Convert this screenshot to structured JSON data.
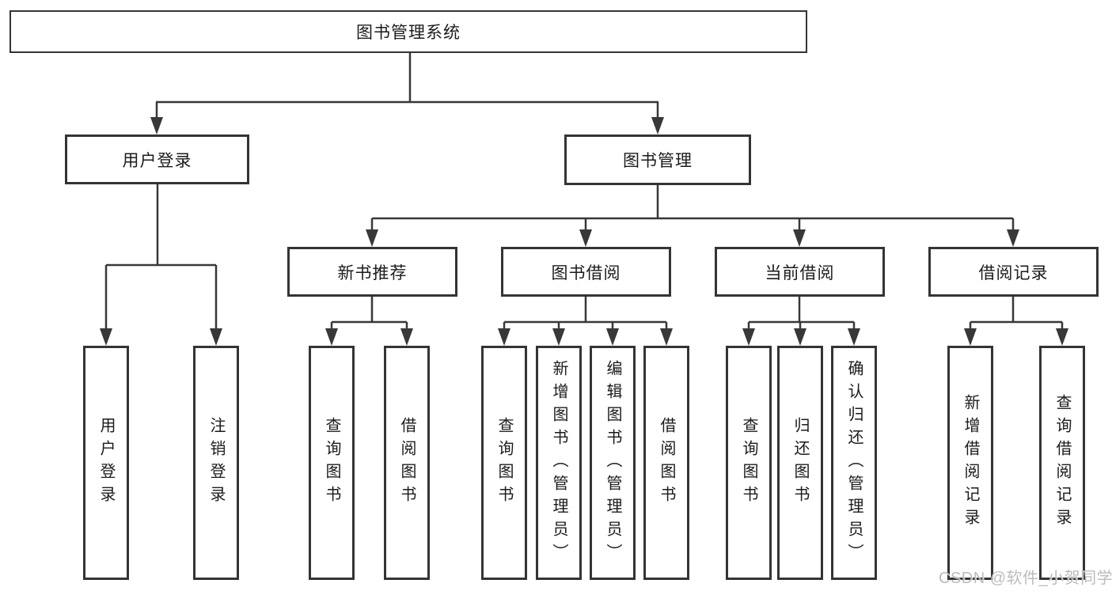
{
  "diagram_type": "hierarchy-tree",
  "colors": {
    "background": "#ffffff",
    "line": "#383838",
    "box_border": "#343434",
    "text": "#1b1b1b",
    "watermark": "#bcbcbc"
  },
  "tree": {
    "label": "图书管理系统",
    "children": [
      {
        "label": "用户登录",
        "children": [
          {
            "label": "用户登录"
          },
          {
            "label": "注销登录"
          }
        ]
      },
      {
        "label": "图书管理",
        "children": [
          {
            "label": "新书推荐",
            "children": [
              {
                "label": "查询图书"
              },
              {
                "label": "借阅图书"
              }
            ]
          },
          {
            "label": "图书借阅",
            "children": [
              {
                "label": "查询图书"
              },
              {
                "label": "新增图书（管理员）"
              },
              {
                "label": "编辑图书（管理员）"
              },
              {
                "label": "借阅图书"
              }
            ]
          },
          {
            "label": "当前借阅",
            "children": [
              {
                "label": "查询图书"
              },
              {
                "label": "归还图书"
              },
              {
                "label": "确认归还（管理员）"
              }
            ]
          },
          {
            "label": "借阅记录",
            "children": [
              {
                "label": "新增借阅记录"
              },
              {
                "label": "查询借阅记录"
              }
            ]
          }
        ]
      }
    ]
  },
  "watermark": {
    "text": "CSDN @软件_小贺同学"
  }
}
